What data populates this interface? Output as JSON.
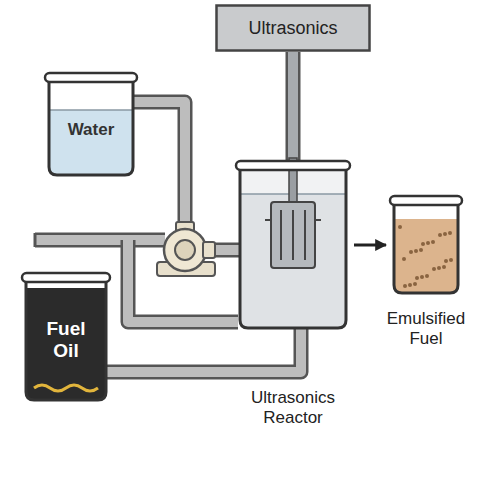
{
  "diagram": {
    "nodes": [
      {
        "text": [
          "Water"
        ]
      },
      {
        "text": [
          "Ultrasonics"
        ]
      },
      {
        "text": [
          "Fuel Oil"
        ]
      },
      {
        "text": [
          "Ultrasonics Reactor"
        ]
      },
      {
        "text": [
          "Emulsified Fuel"
        ]
      }
    ],
    "edges": [
      {
        "from": 0,
        "to": 3,
        "arrow": "none"
      },
      {
        "from": 1,
        "to": 3,
        "arrow": "none"
      },
      {
        "from": 2,
        "to": 3,
        "arrow": "none"
      },
      {
        "from": 3,
        "to": 4,
        "arrow": "to"
      }
    ]
  }
}
